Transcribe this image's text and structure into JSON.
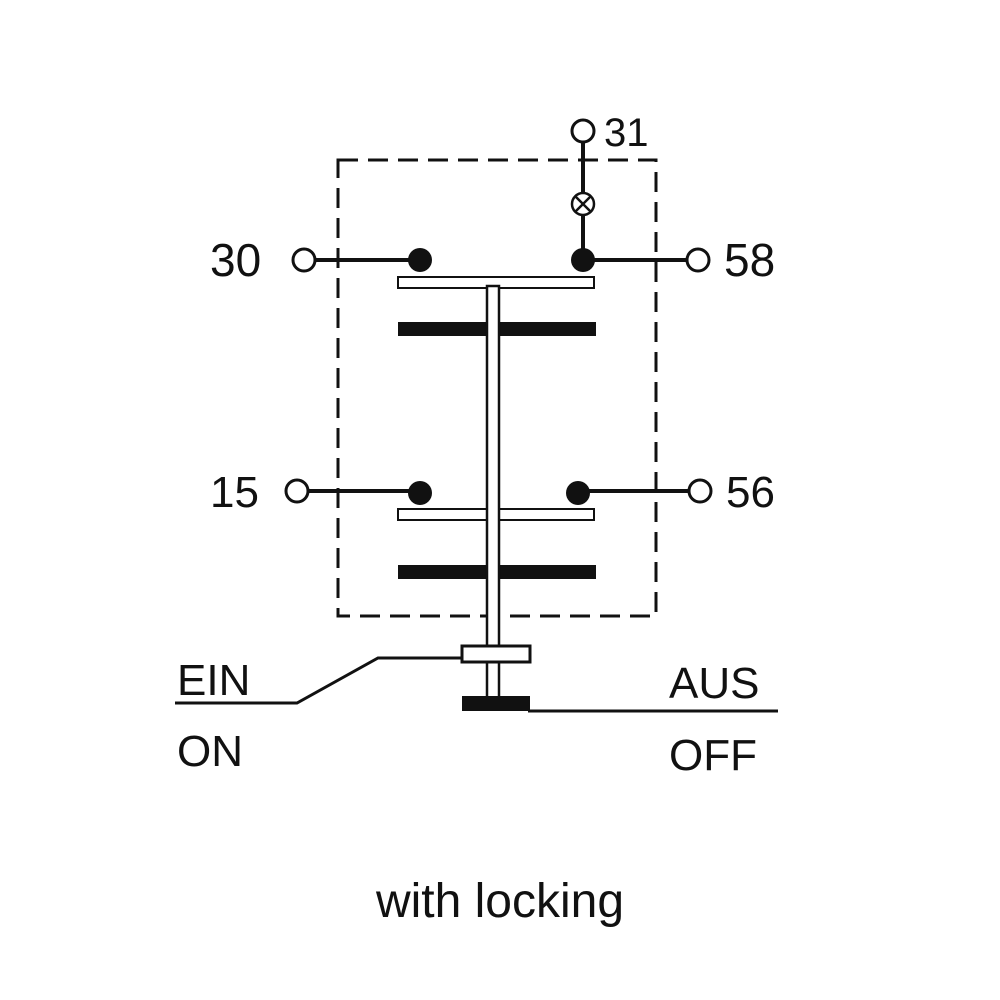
{
  "terminals": {
    "t31": "31",
    "t30": "30",
    "t58": "58",
    "t15": "15",
    "t56": "56"
  },
  "positions": {
    "on_de": "EIN",
    "on_en": "ON",
    "off_de": "AUS",
    "off_en": "OFF"
  },
  "caption": "with locking",
  "colors": {
    "ink": "#111111",
    "background": "#ffffff"
  }
}
